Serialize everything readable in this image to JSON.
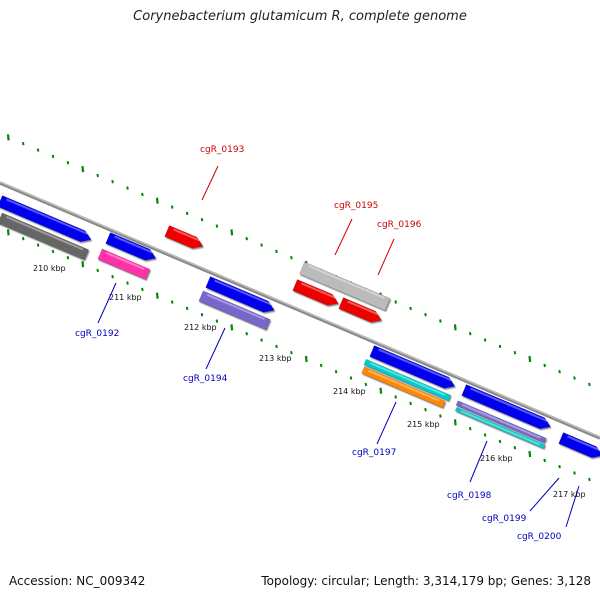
{
  "title": "Corynebacterium glutamicum R, complete genome",
  "accession": "Accession: NC_009342",
  "topology": "Topology: circular; Length: 3,314,179 bp; Genes: 3,128",
  "colors": {
    "forward_cds": "#0000ee",
    "reverse_cds": "#ee0000",
    "gray_feature": "#bbbbbb",
    "dark_gray_feature": "#666666",
    "magenta_feature": "#ff33aa",
    "slate_feature": "#7766cc",
    "cyan_feature": "#00cccc",
    "orange_feature": "#ff8800",
    "backbone": "#999999",
    "ticks": "#008800",
    "forward_label": "#0000bb",
    "reverse_label": "#cc0000"
  },
  "scale_labels": [
    "210 kbp",
    "211 kbp",
    "212 kbp",
    "213 kbp",
    "214 kbp",
    "215 kbp",
    "216 kbp",
    "217 kbp"
  ],
  "gene_labels": {
    "upper": [
      "cgR_0193",
      "cgR_0195",
      "cgR_0196"
    ],
    "lower": [
      "cgR_0192",
      "cgR_0194",
      "cgR_0197",
      "cgR_0198",
      "cgR_0199",
      "cgR_0200"
    ]
  }
}
